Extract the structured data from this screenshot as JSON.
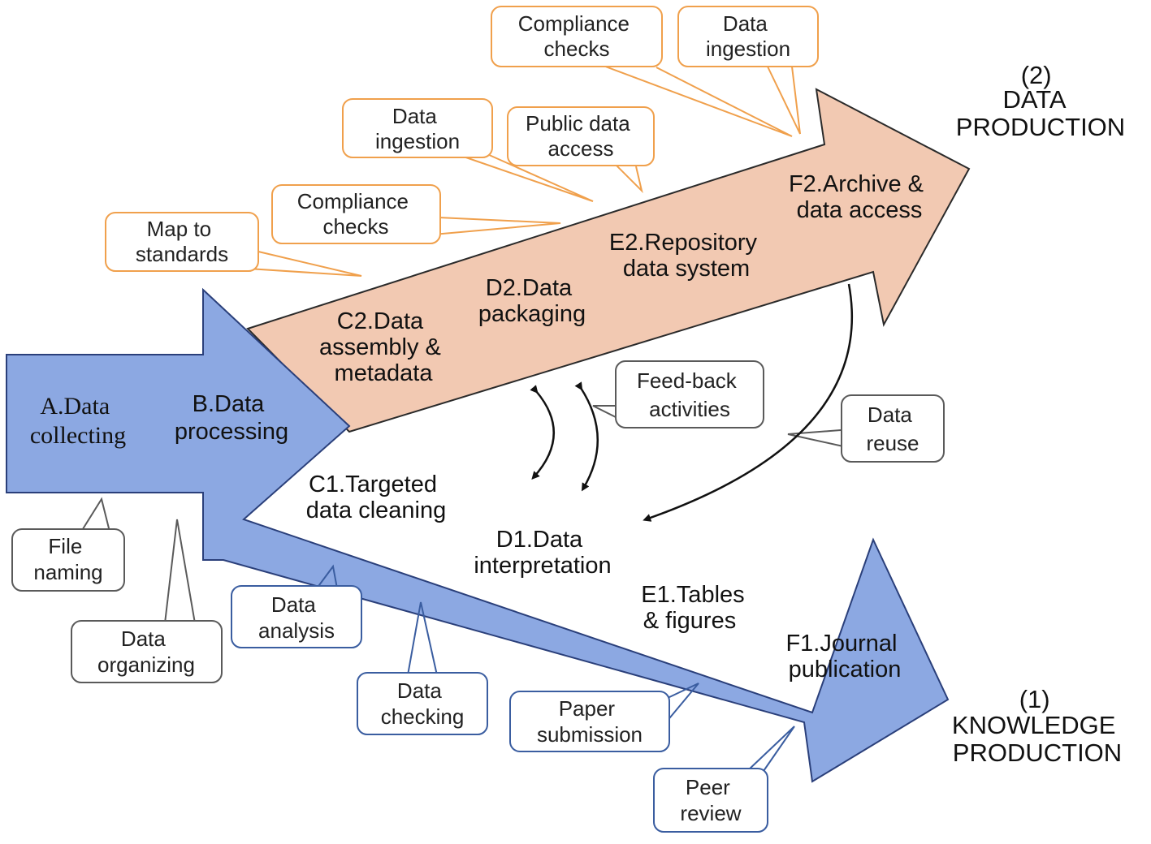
{
  "colors": {
    "blue_fill": "#8ca8e2",
    "blue_stroke": "#2a3f7a",
    "peach_fill": "#f2c9b2",
    "peach_stroke": "#2a2a2a",
    "orange_callout": "#f0a04c",
    "blue_callout": "#3a5da0",
    "gray_callout": "#5a5a5a"
  },
  "stages": {
    "a": [
      "A.Data",
      "collecting"
    ],
    "b": [
      "B.Data",
      "processing"
    ],
    "c1": [
      "C1.Targeted",
      "data cleaning"
    ],
    "d1": [
      "D1.Data",
      "interpretation"
    ],
    "e1": [
      "E1.Tables",
      "& figures"
    ],
    "f1": [
      "F1.Journal",
      "publication"
    ],
    "c2": [
      "C2.Data",
      "assembly &",
      "metadata"
    ],
    "d2": [
      "D2.Data",
      "packaging"
    ],
    "e2": [
      "E2.Repository",
      "data system"
    ],
    "f2": [
      "F2.Archive &",
      "data access"
    ]
  },
  "outcomes": {
    "data_production": [
      "(2)",
      "DATA",
      "PRODUCTION"
    ],
    "knowledge_production": [
      "(1)",
      "KNOWLEDGE",
      "PRODUCTION"
    ]
  },
  "callouts": {
    "compliance_top": [
      "Compliance",
      "checks"
    ],
    "ingestion_top": [
      "Data",
      "ingestion"
    ],
    "ingestion_mid": [
      "Data",
      "ingestion"
    ],
    "public_access": [
      "Public data",
      "access"
    ],
    "compliance_mid": [
      "Compliance",
      "checks"
    ],
    "map_standards": [
      "Map to",
      "standards"
    ],
    "feedback": [
      "Feed-back",
      "activities"
    ],
    "reuse": [
      "Data",
      "reuse"
    ],
    "file_naming": [
      "File",
      "naming"
    ],
    "organizing": [
      "Data",
      "organizing"
    ],
    "analysis": [
      "Data",
      "analysis"
    ],
    "checking": [
      "Data",
      "checking"
    ],
    "submission": [
      "Paper",
      "submission"
    ],
    "peer_review": [
      "Peer",
      "review"
    ]
  }
}
